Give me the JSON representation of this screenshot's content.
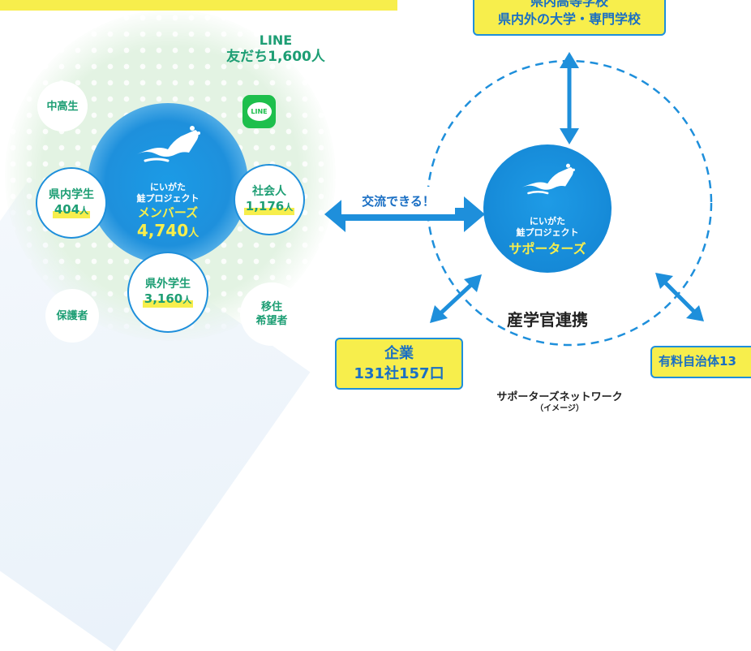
{
  "top_banner": {
    "text": ""
  },
  "line": {
    "title": "LINE",
    "friends_prefix": "友だち",
    "friends_count": "1,600",
    "friends_unit": "人",
    "icon_label": "LINE"
  },
  "members": {
    "subtitle1": "にいがた",
    "subtitle2": "鮭プロジェクト",
    "name": "メンバーズ",
    "count": "4,740",
    "unit": "人"
  },
  "groups": {
    "junior_high": "中高生",
    "pref_students_label": "県内学生",
    "pref_students_count": "404",
    "pref_students_unit": "人",
    "working_label": "社会人",
    "working_count": "1,176",
    "working_unit": "人",
    "out_students_label": "県外学生",
    "out_students_count": "3,160",
    "out_students_unit": "人",
    "guardians": "保護者",
    "migration_1": "移住",
    "migration_2": "希望者"
  },
  "exchange_label": "交流できる！",
  "supporters": {
    "subtitle1": "にいがた",
    "subtitle2": "鮭プロジェクト",
    "name": "サポーターズ"
  },
  "schools_box": {
    "line1": "県内高等学校",
    "line2": "県内外の大学・専門学校"
  },
  "companies_box": {
    "line1": "企業",
    "line2": "131社157口"
  },
  "municipalities_box": {
    "line1": "有料自治体13"
  },
  "cooperation": "産学官連携",
  "network_caption": {
    "line1": "サポーターズネットワーク",
    "line2": "（イメージ）"
  },
  "colors": {
    "blue": "#1e8fdb",
    "green": "#1d9e74",
    "yellow": "#f7ee4c",
    "line_green": "#1dbf4c"
  }
}
